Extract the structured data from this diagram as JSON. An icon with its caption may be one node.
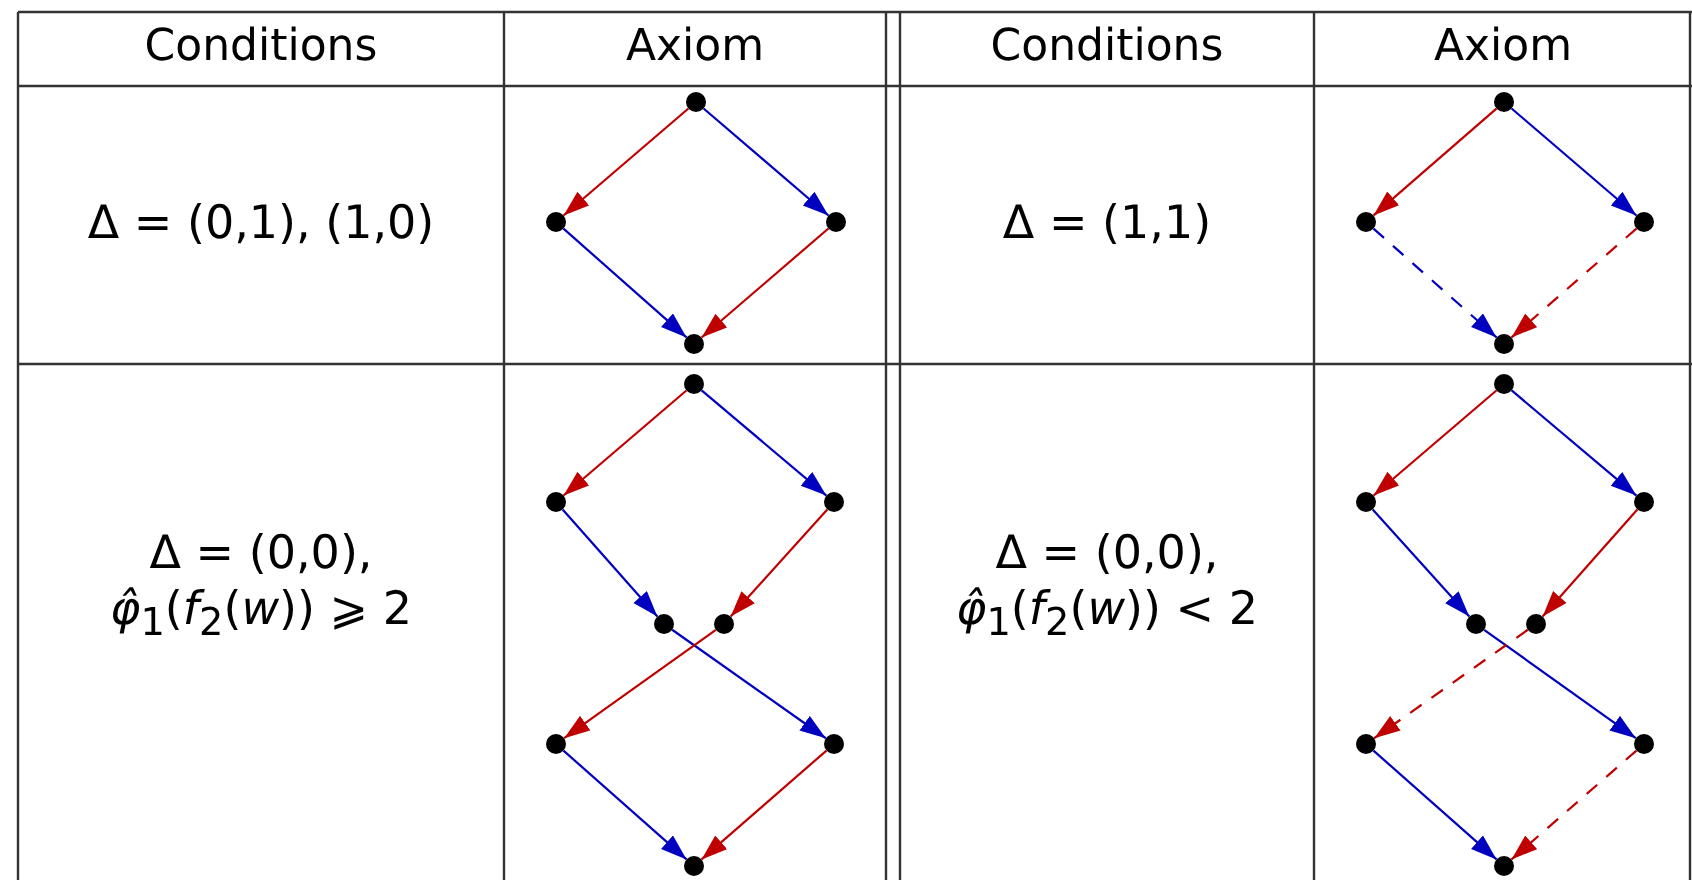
{
  "diagram": {
    "nodes": [
      {
        "text": [],
        "shape": "circle"
      },
      {
        "text": [],
        "shape": "circle"
      },
      {
        "text": [],
        "shape": "circle"
      },
      {
        "text": [],
        "shape": "circle"
      },
      {
        "text": [],
        "shape": "circle"
      },
      {
        "text": [],
        "shape": "circle"
      },
      {
        "text": [],
        "shape": "circle"
      },
      {
        "text": [],
        "shape": "circle"
      },
      {
        "text": [],
        "shape": "circle"
      },
      {
        "text": [],
        "shape": "circle"
      },
      {
        "text": [],
        "shape": "circle"
      },
      {
        "text": [],
        "shape": "circle"
      },
      {
        "text": [],
        "shape": "circle"
      },
      {
        "text": [],
        "shape": "circle"
      },
      {
        "text": [],
        "shape": "circle"
      },
      {
        "text": [],
        "shape": "circle"
      },
      {
        "text": [],
        "shape": "circle"
      },
      {
        "text": [],
        "shape": "circle"
      },
      {
        "text": [],
        "shape": "circle"
      },
      {
        "text": [],
        "shape": "circle"
      },
      {
        "text": [],
        "shape": "circle"
      },
      {
        "text": [],
        "shape": "circle"
      },
      {
        "text": [],
        "shape": "circle"
      },
      {
        "text": [],
        "shape": "circle"
      }
    ],
    "edges": [
      {
        "from": 0,
        "to": 1,
        "arrow": "to",
        "color": "#c00000"
      },
      {
        "from": 0,
        "to": 2,
        "arrow": "to",
        "color": "#0000c0"
      },
      {
        "from": 1,
        "to": 3,
        "arrow": "to",
        "color": "#0000c0"
      },
      {
        "from": 2,
        "to": 3,
        "arrow": "to",
        "color": "#c00000"
      },
      {
        "from": 4,
        "to": 5,
        "arrow": "to",
        "color": "#c00000"
      },
      {
        "from": 4,
        "to": 6,
        "arrow": "to",
        "color": "#0000c0"
      },
      {
        "from": 5,
        "to": 7,
        "arrow": "to",
        "style": "dashed",
        "color": "#0000c0"
      },
      {
        "from": 6,
        "to": 7,
        "arrow": "to",
        "style": "dashed",
        "color": "#c00000"
      },
      {
        "from": 8,
        "to": 9,
        "arrow": "to",
        "color": "#c00000"
      },
      {
        "from": 8,
        "to": 10,
        "arrow": "to",
        "color": "#0000c0"
      },
      {
        "from": 9,
        "to": 11,
        "arrow": "to",
        "color": "#0000c0"
      },
      {
        "from": 10,
        "to": 12,
        "arrow": "to",
        "color": "#c00000"
      },
      {
        "from": 11,
        "to": 14,
        "arrow": "to",
        "color": "#0000c0"
      },
      {
        "from": 12,
        "to": 13,
        "arrow": "to",
        "color": "#c00000"
      },
      {
        "from": 13,
        "to": 15,
        "arrow": "to",
        "color": "#0000c0"
      },
      {
        "from": 14,
        "to": 15,
        "arrow": "to",
        "color": "#c00000"
      },
      {
        "from": 16,
        "to": 17,
        "arrow": "to",
        "color": "#c00000"
      },
      {
        "from": 16,
        "to": 18,
        "arrow": "to",
        "color": "#0000c0"
      },
      {
        "from": 17,
        "to": 19,
        "arrow": "to",
        "color": "#0000c0"
      },
      {
        "from": 18,
        "to": 20,
        "arrow": "to",
        "color": "#c00000"
      },
      {
        "from": 19,
        "to": 22,
        "arrow": "to",
        "color": "#0000c0"
      },
      {
        "from": 20,
        "to": 21,
        "arrow": "to",
        "style": "dashed",
        "color": "#c00000"
      },
      {
        "from": 21,
        "to": 23,
        "arrow": "to",
        "color": "#0000c0"
      },
      {
        "from": 22,
        "to": 23,
        "arrow": "to",
        "style": "dashed",
        "color": "#c00000"
      }
    ],
    "labels": [
      "Conditions",
      "Axiom",
      "Conditions",
      "Axiom",
      "Δ = (0,1), (1,0)",
      "Δ = (1,1)",
      "Δ = (0,0), *φ̂*$_{1}$(*f*$_{2}$(*w*)) ⩾ 2",
      "Δ = (0,0), *φ̂*$_{1}$(*f*$_{2}$(*w*)) < 2"
    ]
  }
}
